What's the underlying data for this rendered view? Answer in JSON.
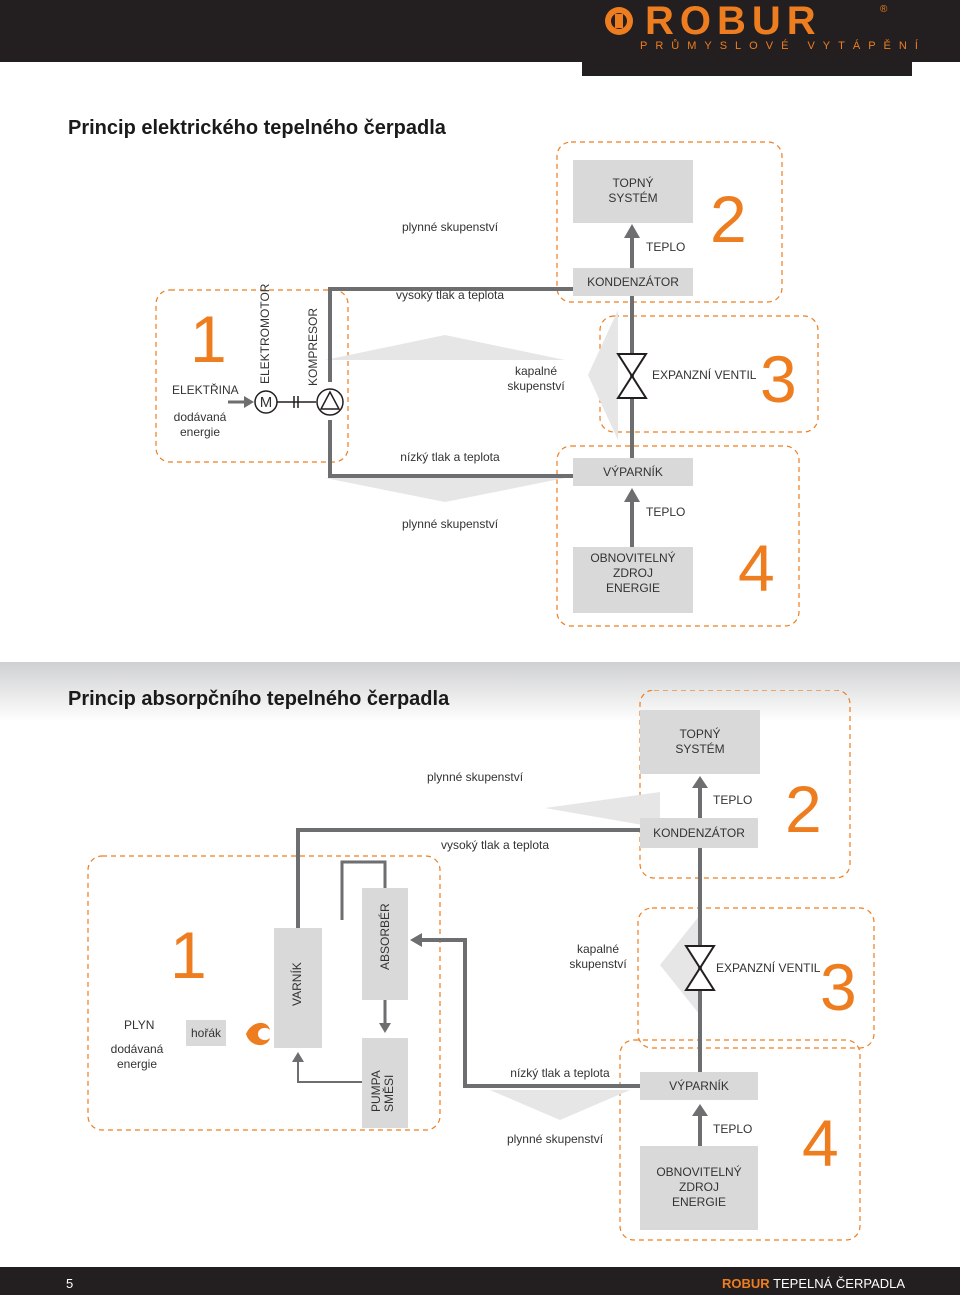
{
  "header": {
    "brand": "ROBUR",
    "subtitle": "PRŮMYSLOVÉ VYTÁPĚNÍ",
    "reg": "®"
  },
  "colors": {
    "accent": "#ee7d1f",
    "pipe": "#6d6e70",
    "box": "#d9d9da",
    "header_bg": "#231f20"
  },
  "electric": {
    "title": "Princip elektrického tepelného čerpadla",
    "gas_state_top": "plynné skupenství",
    "high_pressure": "vysoký tlak a teplota",
    "liquid_state": "kapalné skupenství",
    "low_pressure": "nízký tlak a teplota",
    "gas_state_bottom": "plynné skupenství",
    "heating_system": "TOPNÝ SYSTÉM",
    "heat_top": "TEPLO",
    "condenser": "KONDENZÁTOR",
    "expansion_valve": "EXPANZNÍ VENTIL",
    "evaporator": "VÝPARNÍK",
    "heat_bottom": "TEPLO",
    "renewable": "OBNOVITELNÝ ZDROJ ENERGIE",
    "electricity": "ELEKTŘINA",
    "supplied_energy": "dodávaná energie",
    "motor": "ELEKTROMOTOR",
    "compressor": "KOMPRESOR",
    "motor_symbol": "M",
    "n1": "1",
    "n2": "2",
    "n3": "3",
    "n4": "4"
  },
  "absorption": {
    "title": "Princip absorpčního tepelného čerpadla",
    "heating_system": "TOPNÝ SYSTÉM",
    "gas_state_top": "plynné skupenství",
    "heat_top": "TEPLO",
    "condenser": "KONDENZÁTOR",
    "high_pressure": "vysoký tlak a teplota",
    "absorber": "ABSORBÉR",
    "generator": "VARNÍK",
    "liquid_state": "kapalné skupenství",
    "expansion_valve": "EXPANZNÍ VENTIL",
    "gas": "PLYN",
    "supplied_energy": "dodávaná energie",
    "burner": "hořák",
    "pump": "PUMPA SMĚSI",
    "low_pressure": "nízký tlak a teplota",
    "evaporator": "VÝPARNÍK",
    "gas_state_bottom": "plynné skupenství",
    "heat_bottom": "TEPLO",
    "renewable": "OBNOVITELNÝ ZDROJ ENERGIE",
    "n1": "1",
    "n2": "2",
    "n3": "3",
    "n4": "4"
  },
  "footer": {
    "page": "5",
    "brand": "ROBUR",
    "text": "TEPELNÁ ČERPADLA"
  }
}
